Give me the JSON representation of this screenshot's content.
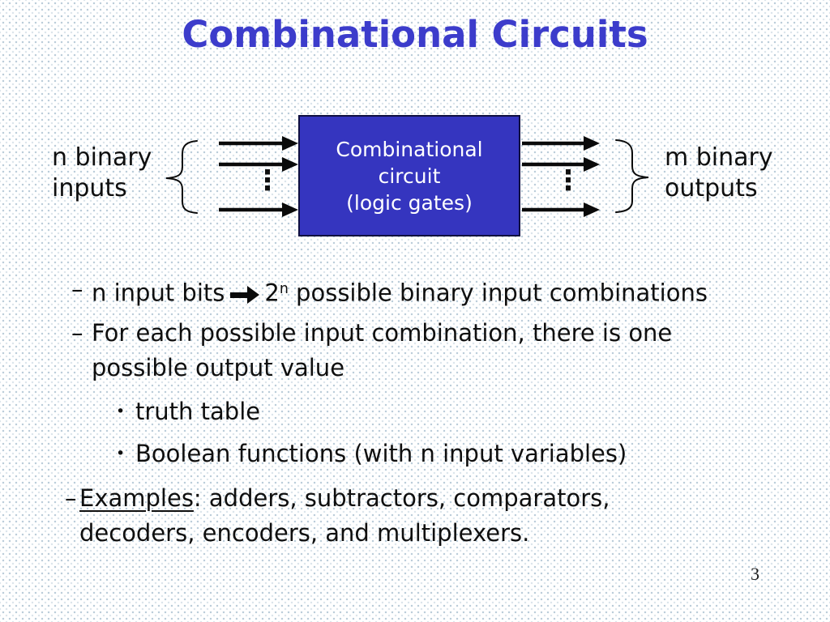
{
  "title": "Combinational Circuits",
  "page_number": "3",
  "colors": {
    "title_blue": "#3c3ccb",
    "box_fill_blue": "#3535bf",
    "box_border": "#101040",
    "box_text": "#ffffff",
    "body_text": "#0f0f0f",
    "arrow_black": "#0a0a0a"
  },
  "diagram": {
    "input_label": {
      "line1": "n binary",
      "line2": "inputs"
    },
    "output_label": {
      "line1": "m binary",
      "line2": "outputs"
    },
    "box": {
      "line1": "Combinational",
      "line2": "circuit",
      "line3": "(logic gates)"
    },
    "ellipsis": "⋮"
  },
  "bullets": {
    "dash_marker": "–",
    "dot_marker": "•",
    "item1": {
      "prefix": "n input bits",
      "arrow_symbol": "➔",
      "base": "2",
      "superscript": "n",
      "suffix": " possible binary input combinations"
    },
    "item2": {
      "line1": "For each possible input combination, there is one",
      "line2": "possible output value"
    },
    "sub1": "truth table",
    "sub2": "Boolean functions (with n input variables)",
    "item3": {
      "lead": "Examples",
      "line1_rest": ": adders, subtractors, comparators,",
      "line2": "decoders, encoders, and multiplexers."
    }
  }
}
